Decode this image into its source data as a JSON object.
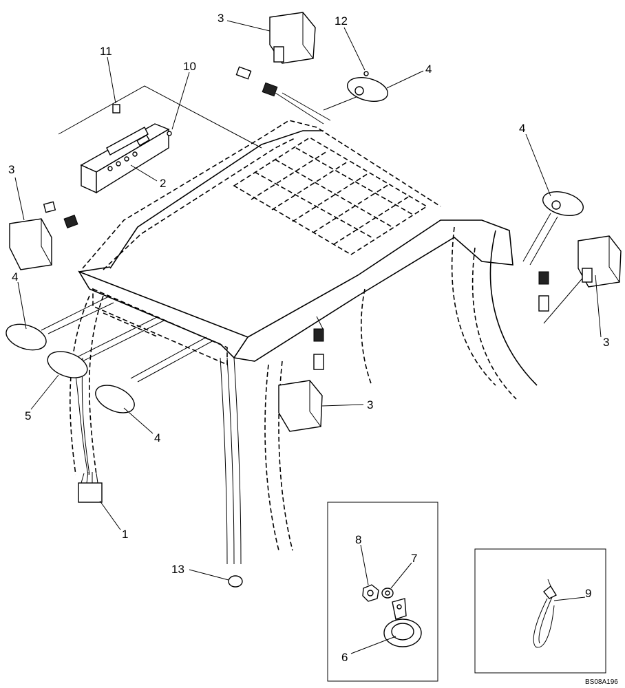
{
  "diagram": {
    "callouts": {
      "c1": "1",
      "c2": "2",
      "c3a": "3",
      "c3b": "3",
      "c3c": "3",
      "c3d": "3",
      "c4a": "4",
      "c4b": "4",
      "c4c": "4",
      "c4d": "4",
      "c5": "5",
      "c6": "6",
      "c7": "7",
      "c8": "8",
      "c9": "9",
      "c10": "10",
      "c11": "11",
      "c12": "12",
      "c13": "13"
    },
    "drawing_code": "BS08A196"
  }
}
